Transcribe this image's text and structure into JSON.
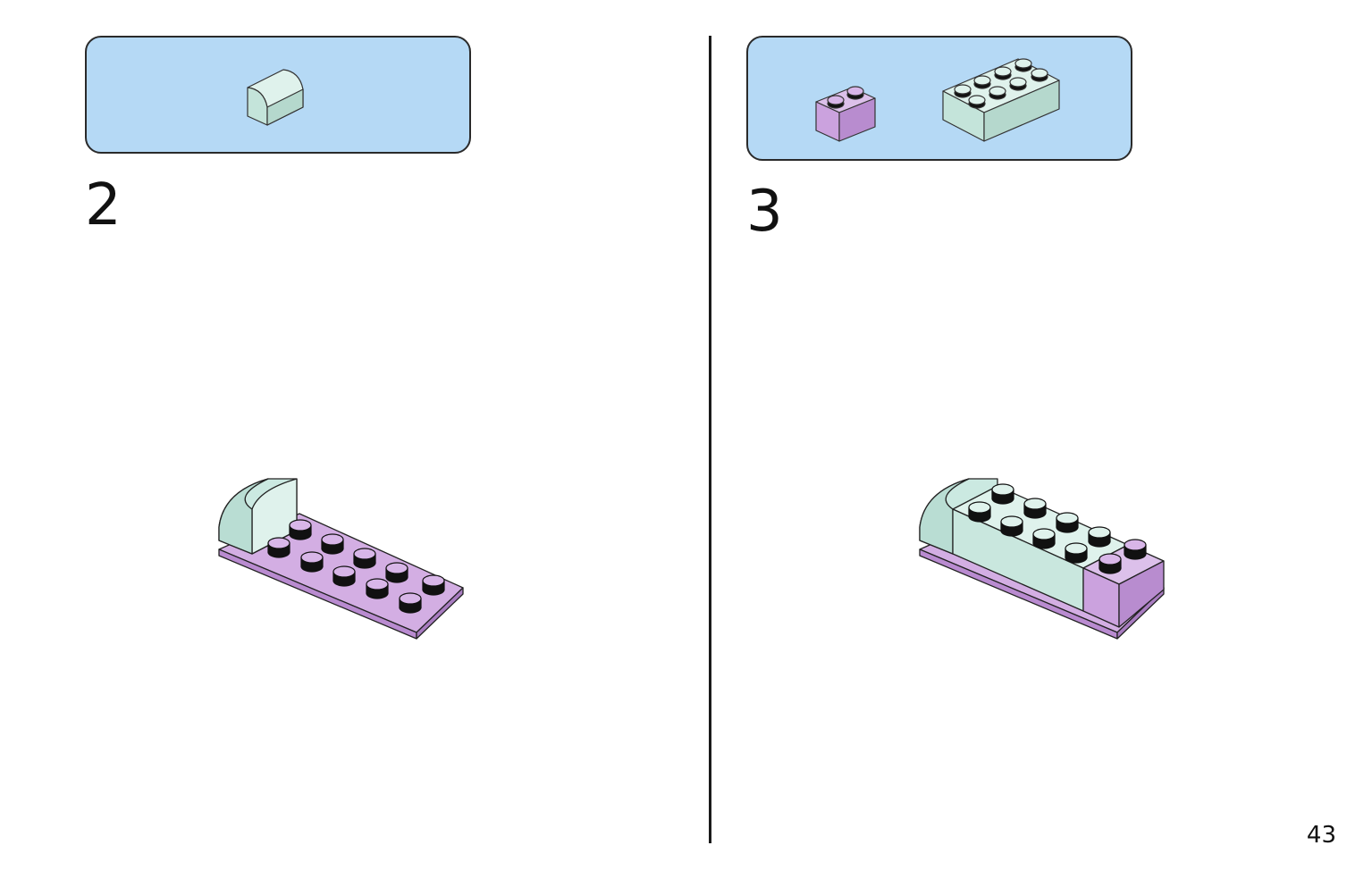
{
  "steps": [
    {
      "number": "2",
      "parts": [
        {
          "name": "curved-slope-1x2",
          "color": "#cbe9e1"
        }
      ],
      "model": "bed-base-with-headboard"
    },
    {
      "number": "3",
      "parts": [
        {
          "name": "brick-1x2",
          "color": "#cea5e0"
        },
        {
          "name": "brick-2x4",
          "color": "#cbe9e1"
        }
      ],
      "model": "bed-with-mattress"
    }
  ],
  "colors": {
    "box_bg": "#b5d9f5",
    "mint": "#cbe9e1",
    "lavender": "#cea5e0"
  },
  "page_number": "43"
}
